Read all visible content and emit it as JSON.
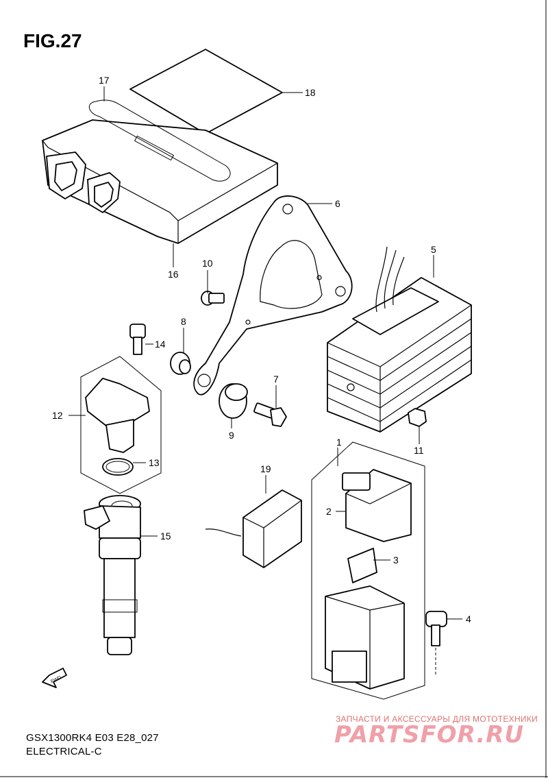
{
  "figure": {
    "title": "FIG.27"
  },
  "callouts": [
    {
      "id": "p1",
      "label": "1"
    },
    {
      "id": "p2",
      "label": "2"
    },
    {
      "id": "p3",
      "label": "3"
    },
    {
      "id": "p4",
      "label": "4"
    },
    {
      "id": "p5",
      "label": "5"
    },
    {
      "id": "p6",
      "label": "6"
    },
    {
      "id": "p7",
      "label": "7"
    },
    {
      "id": "p8",
      "label": "8"
    },
    {
      "id": "p9",
      "label": "9"
    },
    {
      "id": "p10",
      "label": "10"
    },
    {
      "id": "p11",
      "label": "11"
    },
    {
      "id": "p12",
      "label": "12"
    },
    {
      "id": "p13",
      "label": "13"
    },
    {
      "id": "p14",
      "label": "14"
    },
    {
      "id": "p15",
      "label": "15"
    },
    {
      "id": "p16",
      "label": "16"
    },
    {
      "id": "p17",
      "label": "17"
    },
    {
      "id": "p18",
      "label": "18"
    },
    {
      "id": "p19",
      "label": "19"
    }
  ],
  "fwd_label": "FWD",
  "footer": {
    "model_code": "GSX1300RK4 E03 E28_027",
    "section": "ELECTRICAL-C"
  },
  "watermark": {
    "tagline": "ЗАПЧАСТИ И АКСЕССУАРЫ ДЛЯ МОТОТЕХНИКИ",
    "logo": "PARTSFOR.RU"
  }
}
